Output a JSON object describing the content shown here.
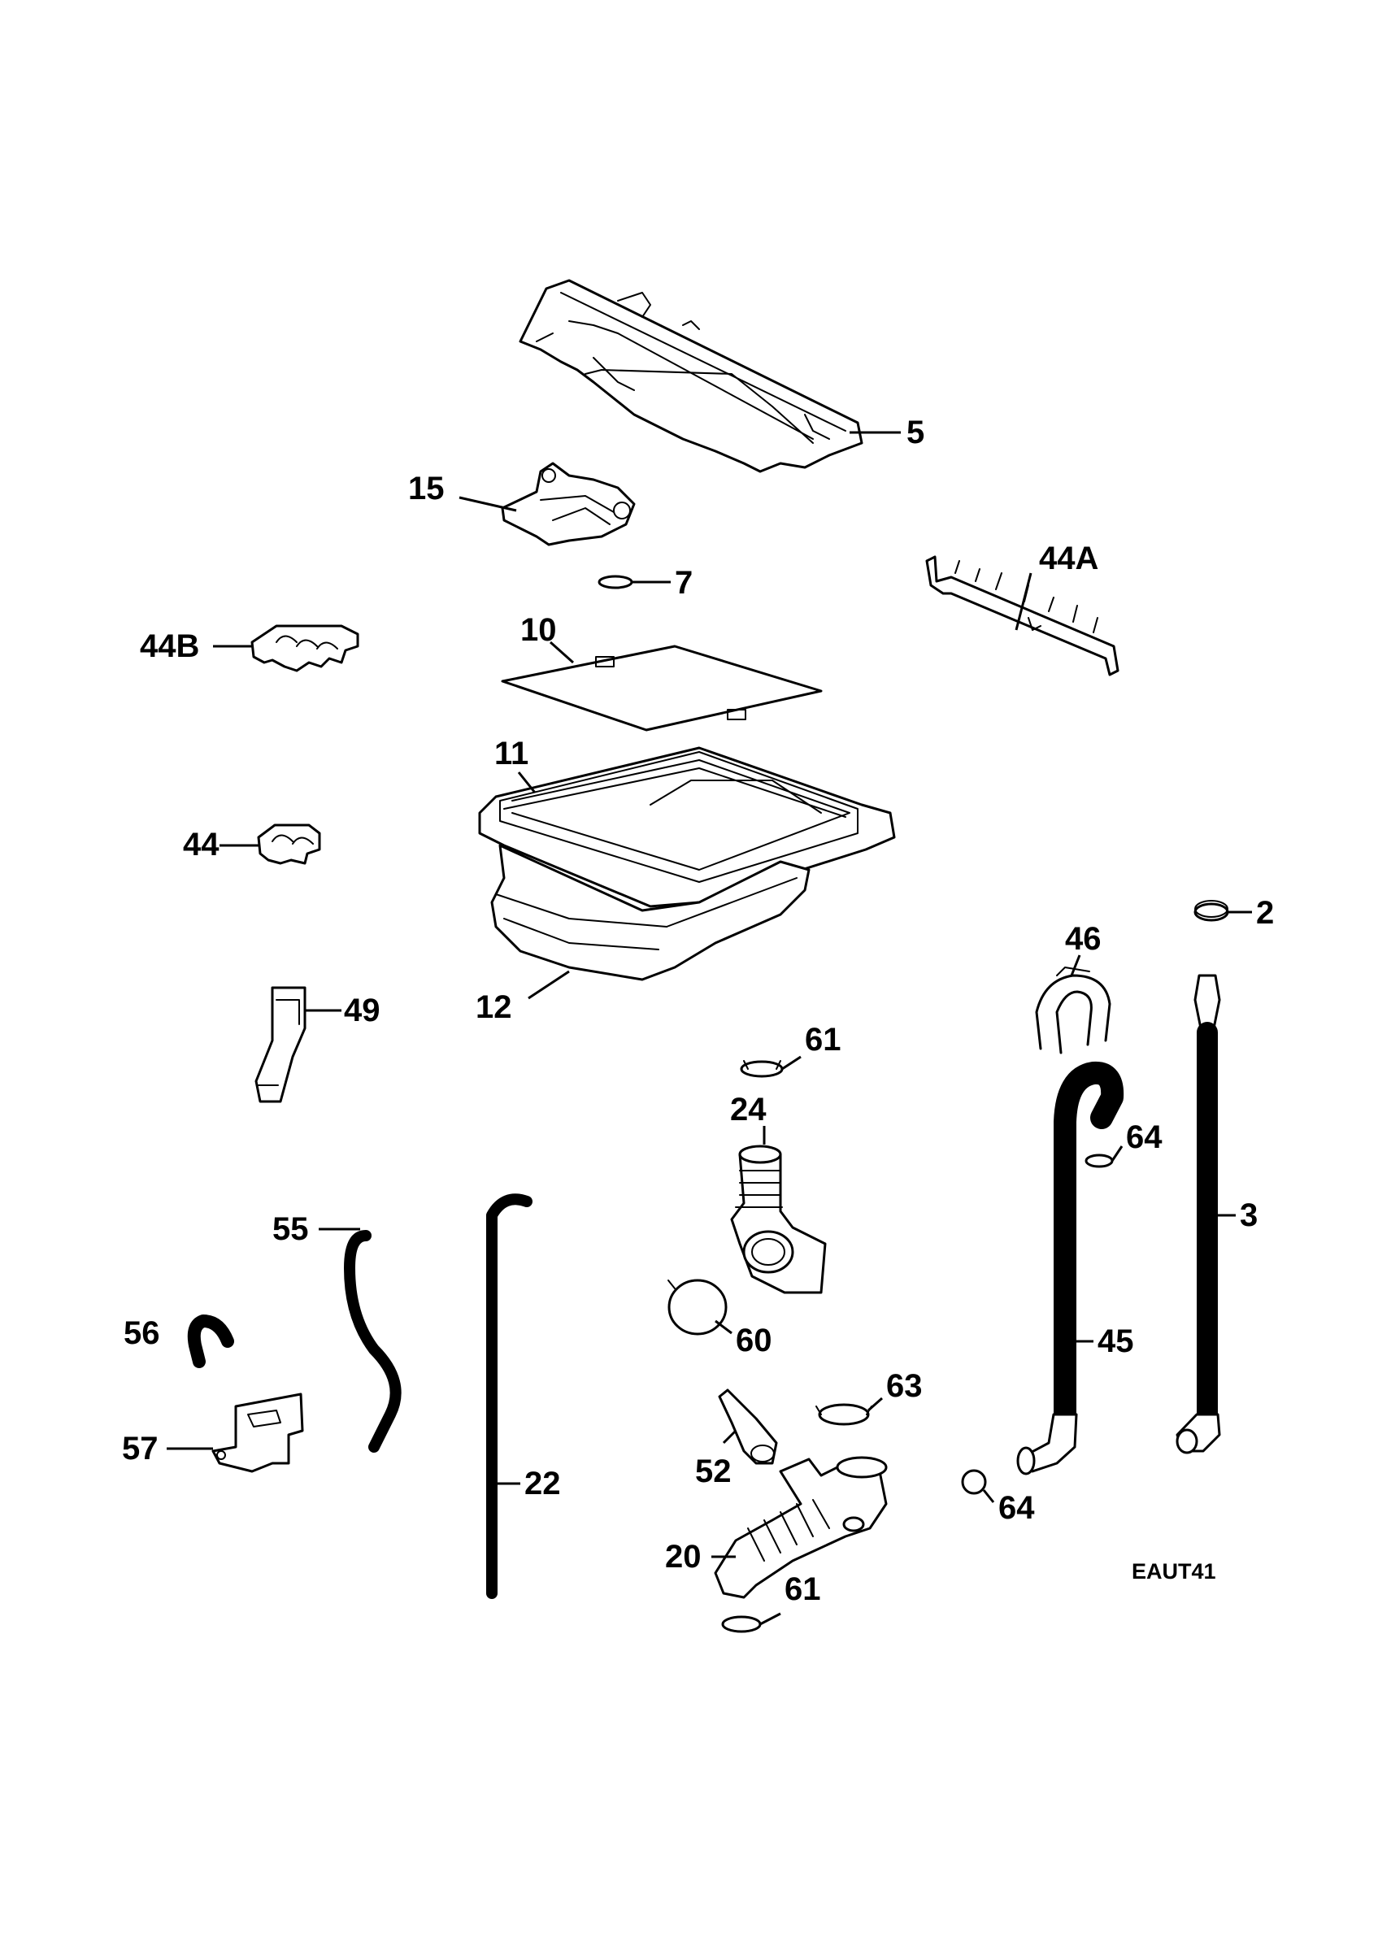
{
  "diagram": {
    "reference_code": "EAUT41",
    "parts": [
      {
        "key": "p5",
        "label": "5"
      },
      {
        "key": "p15",
        "label": "15"
      },
      {
        "key": "p7",
        "label": "7"
      },
      {
        "key": "p44a",
        "label": "44A"
      },
      {
        "key": "p44b",
        "label": "44B"
      },
      {
        "key": "p10",
        "label": "10"
      },
      {
        "key": "p11",
        "label": "11"
      },
      {
        "key": "p44",
        "label": "44"
      },
      {
        "key": "p12",
        "label": "12"
      },
      {
        "key": "p2",
        "label": "2"
      },
      {
        "key": "p46",
        "label": "46"
      },
      {
        "key": "p49",
        "label": "49"
      },
      {
        "key": "p61a",
        "label": "61"
      },
      {
        "key": "p24",
        "label": "24"
      },
      {
        "key": "p64a",
        "label": "64"
      },
      {
        "key": "p3",
        "label": "3"
      },
      {
        "key": "p55",
        "label": "55"
      },
      {
        "key": "p56",
        "label": "56"
      },
      {
        "key": "p60",
        "label": "60"
      },
      {
        "key": "p45",
        "label": "45"
      },
      {
        "key": "p63",
        "label": "63"
      },
      {
        "key": "p57",
        "label": "57"
      },
      {
        "key": "p52",
        "label": "52"
      },
      {
        "key": "p22",
        "label": "22"
      },
      {
        "key": "p64b",
        "label": "64"
      },
      {
        "key": "p20",
        "label": "20"
      },
      {
        "key": "p61b",
        "label": "61"
      }
    ]
  }
}
